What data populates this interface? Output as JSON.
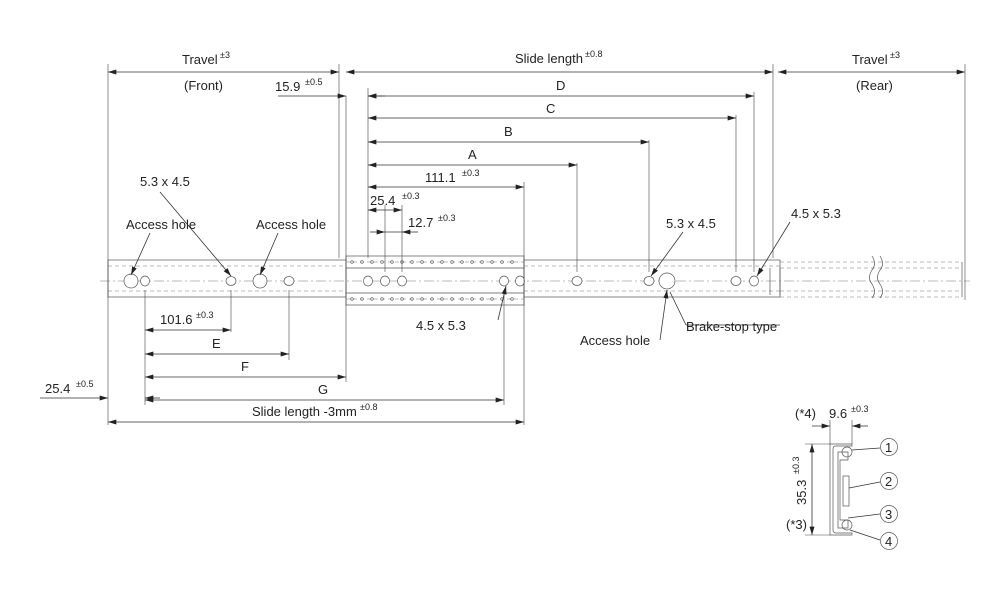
{
  "labels": {
    "travel_front": "Travel",
    "travel_front_tol": "±3",
    "front": "(Front)",
    "slide_length": "Slide length",
    "slide_length_tol": "±0.8",
    "travel_rear": "Travel",
    "travel_rear_tol": "±3",
    "rear": "(Rear)",
    "dim_15_9": "15.9",
    "dim_15_9_tol": "±0.5",
    "D": "D",
    "C": "C",
    "B": "B",
    "A": "A",
    "dim_111_1": "111.1",
    "dim_111_1_tol": "±0.3",
    "dim_25_4_top": "25.4",
    "dim_25_4_top_tol": "±0.3",
    "dim_12_7": "12.7",
    "dim_12_7_tol": "±0.3",
    "hole_5_3x4_5_left": "5.3 x 4.5",
    "access_hole_1": "Access hole",
    "access_hole_2": "Access hole",
    "hole_5_3x4_5_right": "5.3 x 4.5",
    "hole_4_5x5_3_right": "4.5 x 5.3",
    "dim_101_6": "101.6",
    "dim_101_6_tol": "±0.3",
    "hole_4_5x5_3_bottom": "4.5 x 5.3",
    "brake_stop": "Brake-stop type",
    "access_hole_3": "Access hole",
    "E": "E",
    "F": "F",
    "G": "G",
    "dim_25_4_left": "25.4",
    "dim_25_4_left_tol": "±0.5",
    "slide_length_3mm": "Slide length -3mm",
    "slide_length_3mm_tol": "±0.8"
  },
  "section": {
    "note_4": "(*4)",
    "dim_9_6": "9.6",
    "dim_9_6_tol": "±0.3",
    "dim_35_3": "35.3",
    "dim_35_3_tol": "±0.3",
    "note_3": "(*3)",
    "callouts": [
      "1",
      "2",
      "3",
      "4"
    ]
  }
}
